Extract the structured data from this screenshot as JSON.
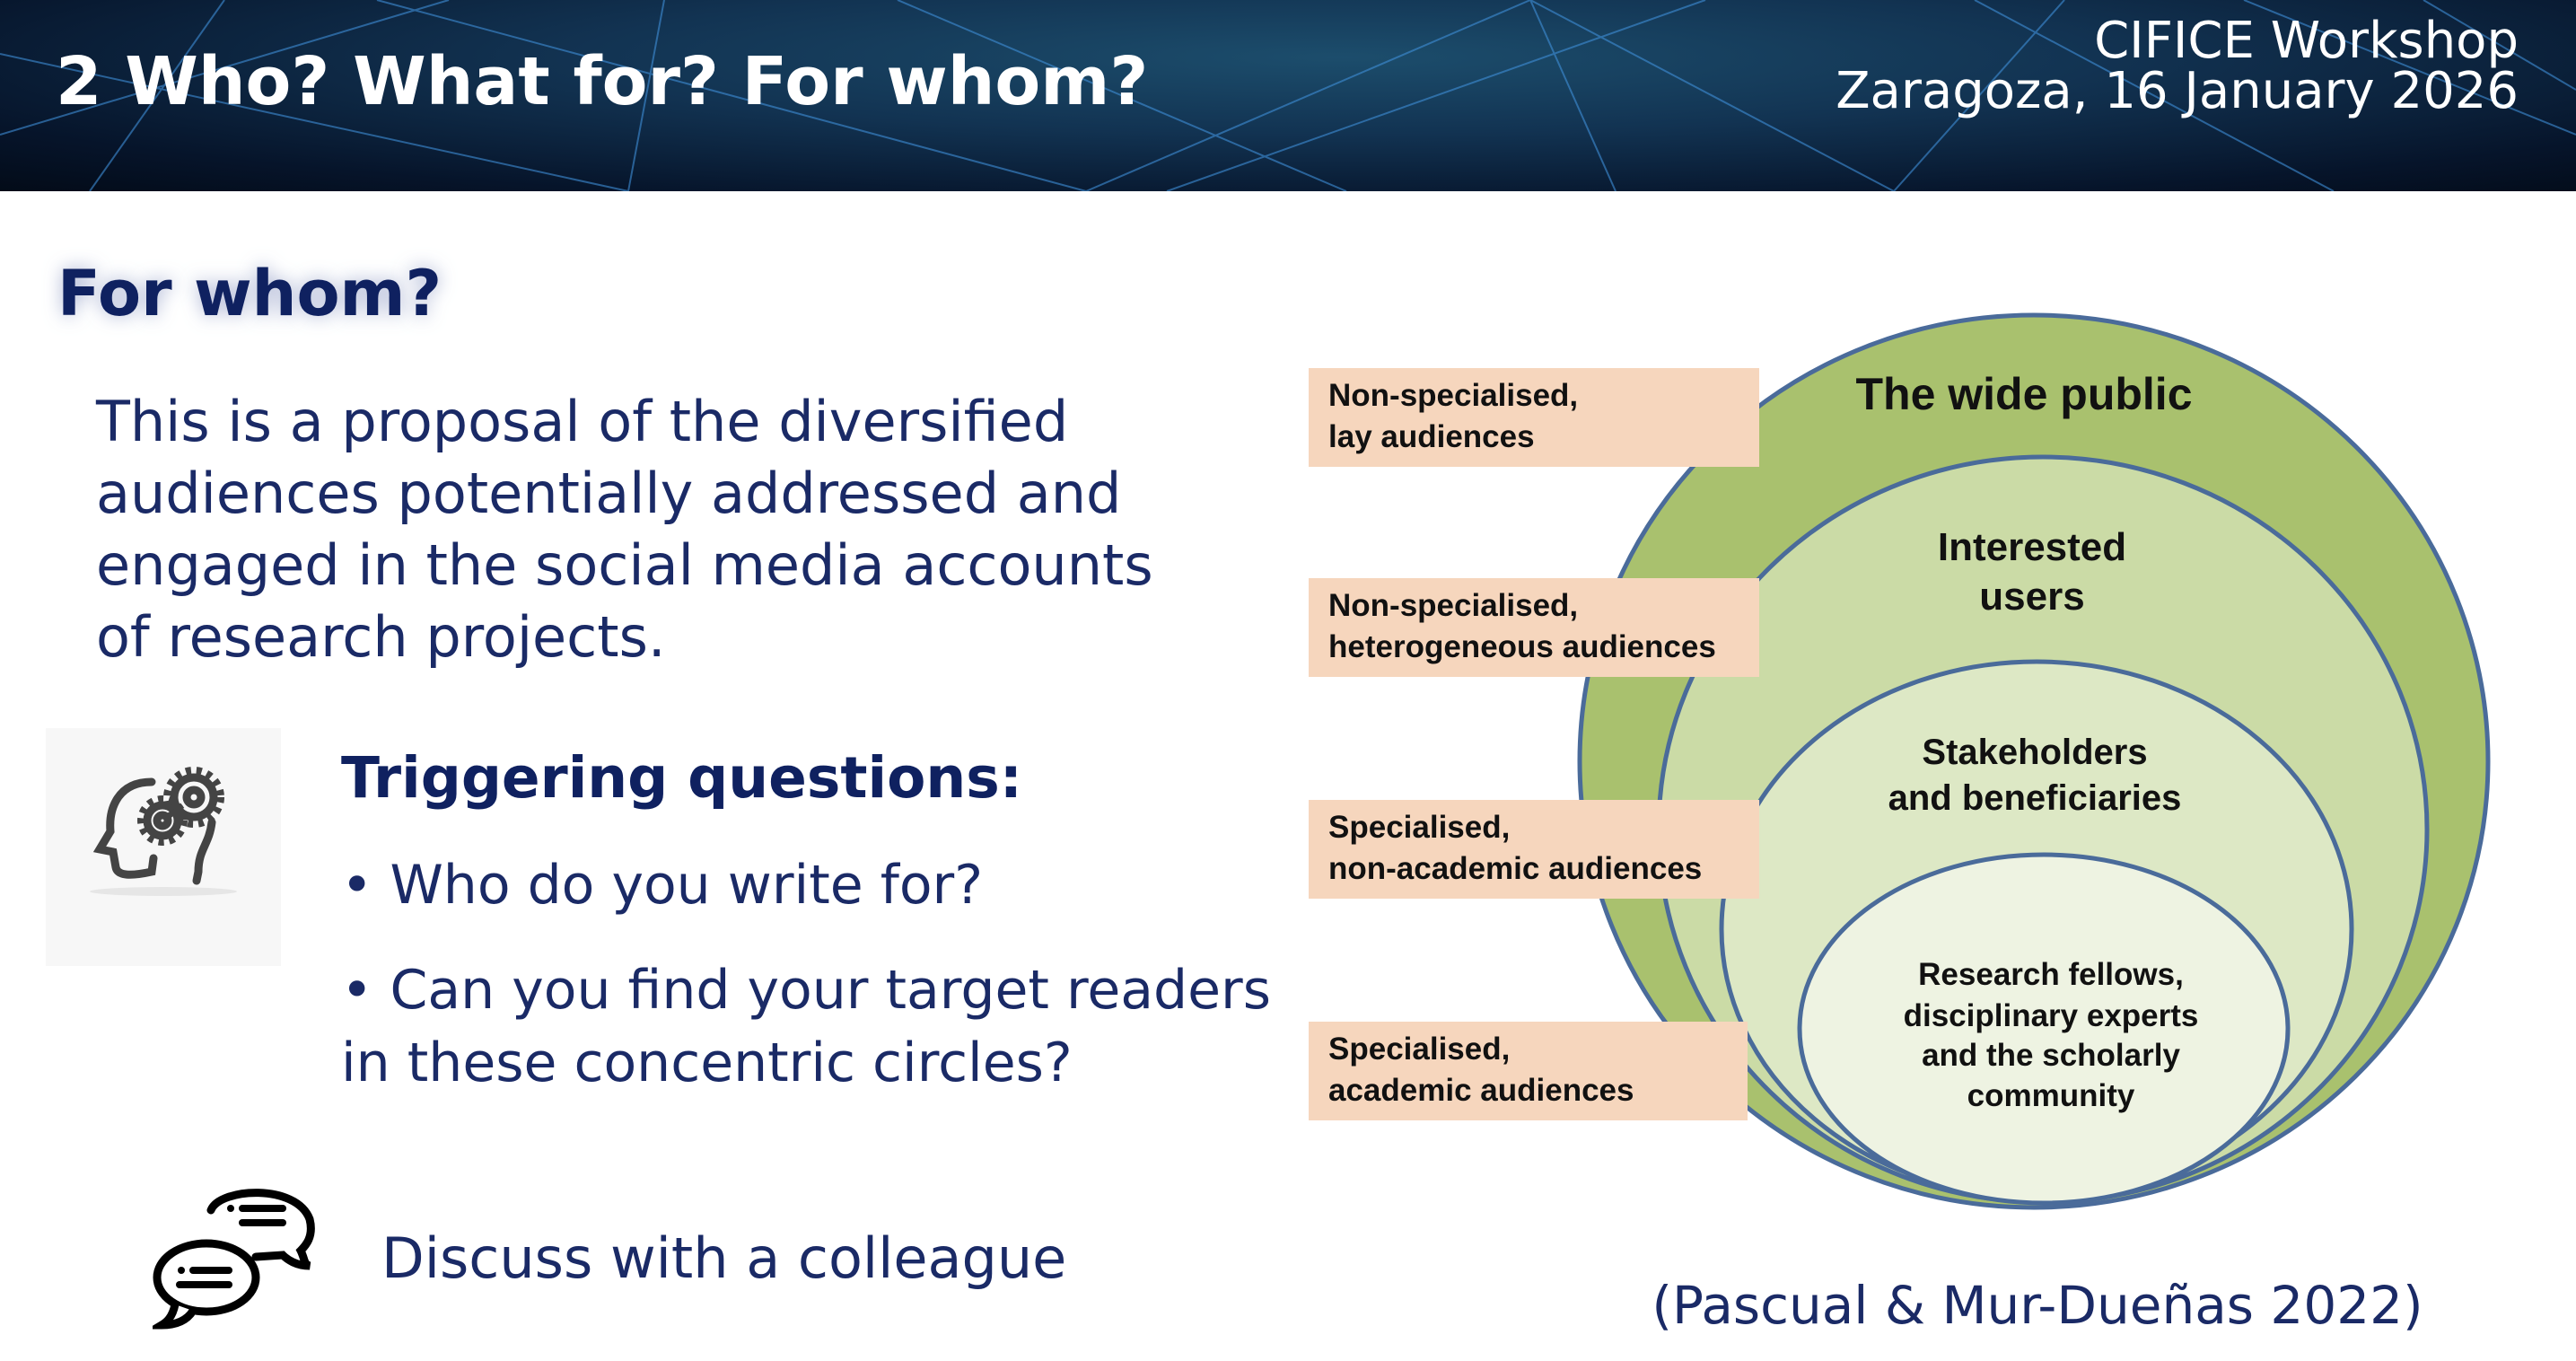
{
  "header": {
    "title": "2  Who? What for? For whom?",
    "event_line1": "CIFICE Workshop",
    "event_line2": "Zaragoza, 16 January 2026"
  },
  "section_title": "For whom?",
  "paragraph": "This is a proposal of the diversified audiences potentially addressed and engaged in the social media accounts of research projects.",
  "triggering": {
    "title": "Triggering questions:",
    "q1": "• Who do you write for?",
    "q2_line1": "• Can you find your target readers",
    "q2_line2": "in these concentric circles?"
  },
  "discuss": "Discuss with a colleague",
  "diagram": {
    "labels": [
      {
        "l1": "Non-specialised,",
        "l2": "lay audiences"
      },
      {
        "l1": "Non-specialised,",
        "l2": "heterogeneous audiences"
      },
      {
        "l1": "Specialised,",
        "l2": "non-academic audiences"
      },
      {
        "l1": "Specialised,",
        "l2": "academic audiences"
      }
    ],
    "circles": {
      "c1": "The wide public",
      "c2_l1": "Interested",
      "c2_l2": "users",
      "c3_l1": "Stakeholders",
      "c3_l2": "and beneficiaries",
      "c4_l1": "Research fellows,",
      "c4_l2": "disciplinary experts",
      "c4_l3": "and the scholarly",
      "c4_l4": "community"
    },
    "colors": {
      "outer": "#a9c16e",
      "second": "#cbdba6",
      "third": "#dde8c5",
      "inner": "#eef3e2",
      "stroke": "#4a6b9a",
      "label_bg": "#f6d6bd"
    }
  },
  "citation": "(Pascual & Mur-Dueñas 2022)"
}
